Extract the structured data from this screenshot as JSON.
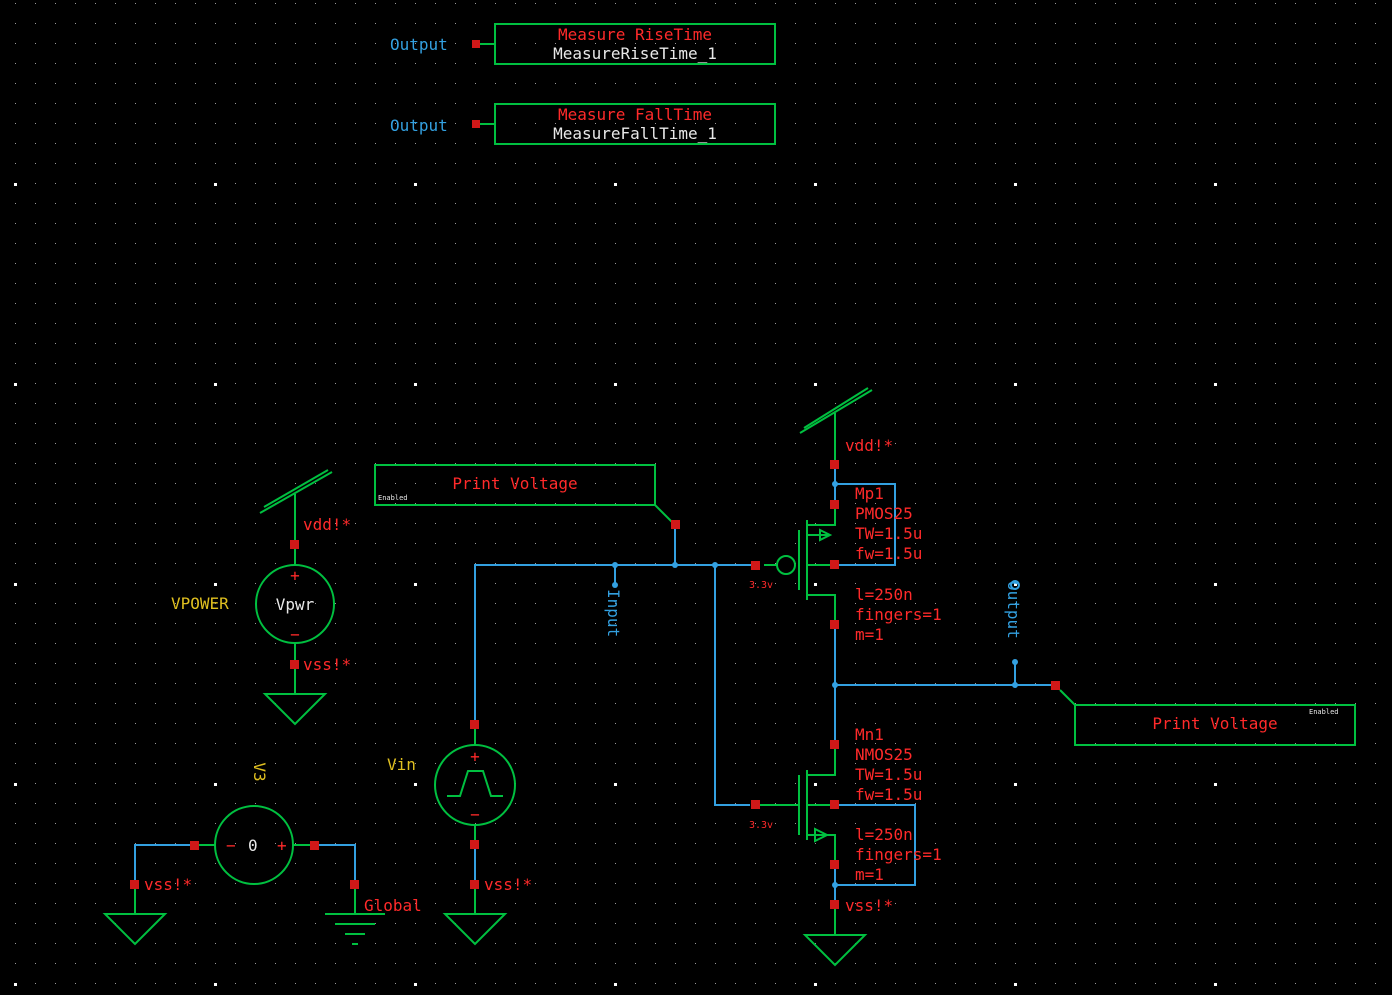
{
  "colors": {
    "background": "#000000",
    "wire": "#33a0e0",
    "symbol": "#00c040",
    "label": "#ff2a2a",
    "source_label": "#e0c020"
  },
  "measure_blocks": [
    {
      "net": "Output",
      "title": "Measure RiseTime",
      "instance": "MeasureRiseTime_1"
    },
    {
      "net": "Output",
      "title": "Measure FallTime",
      "instance": "MeasureFallTime_1"
    }
  ],
  "print_voltage": [
    {
      "label": "Print Voltage",
      "badge": "Enabled"
    },
    {
      "label": "Print Voltage",
      "badge": "Enabled"
    }
  ],
  "nets": {
    "input": "Input",
    "output": "Output"
  },
  "sources": {
    "vpower": {
      "name": "VPOWER",
      "value": "Vpwr",
      "plus": "+",
      "minus": "−",
      "top_net": "vdd!*",
      "bottom_net": "vss!*"
    },
    "vin": {
      "name": "Vin",
      "plus": "+",
      "minus": "−",
      "bottom_net": "vss!*"
    },
    "v3": {
      "name": "V3",
      "value": "0",
      "minus": "−",
      "plus": "+",
      "left_net": "vss!*",
      "right_net": "Global"
    }
  },
  "pmos": {
    "top_net": "vdd!*",
    "name": "Mp1",
    "model": "PMOS25",
    "tw": "TW=1.5u",
    "fw": "fw=1.5u",
    "l": "l=250n",
    "fingers": "fingers=1",
    "m": "m=1",
    "bulk": "3.3v"
  },
  "nmos": {
    "name": "Mn1",
    "model": "NMOS25",
    "tw": "TW=1.5u",
    "fw": "fw=1.5u",
    "l": "l=250n",
    "fingers": "fingers=1",
    "m": "m=1",
    "bottom_net": "vss!*",
    "bulk": "3.3v"
  }
}
